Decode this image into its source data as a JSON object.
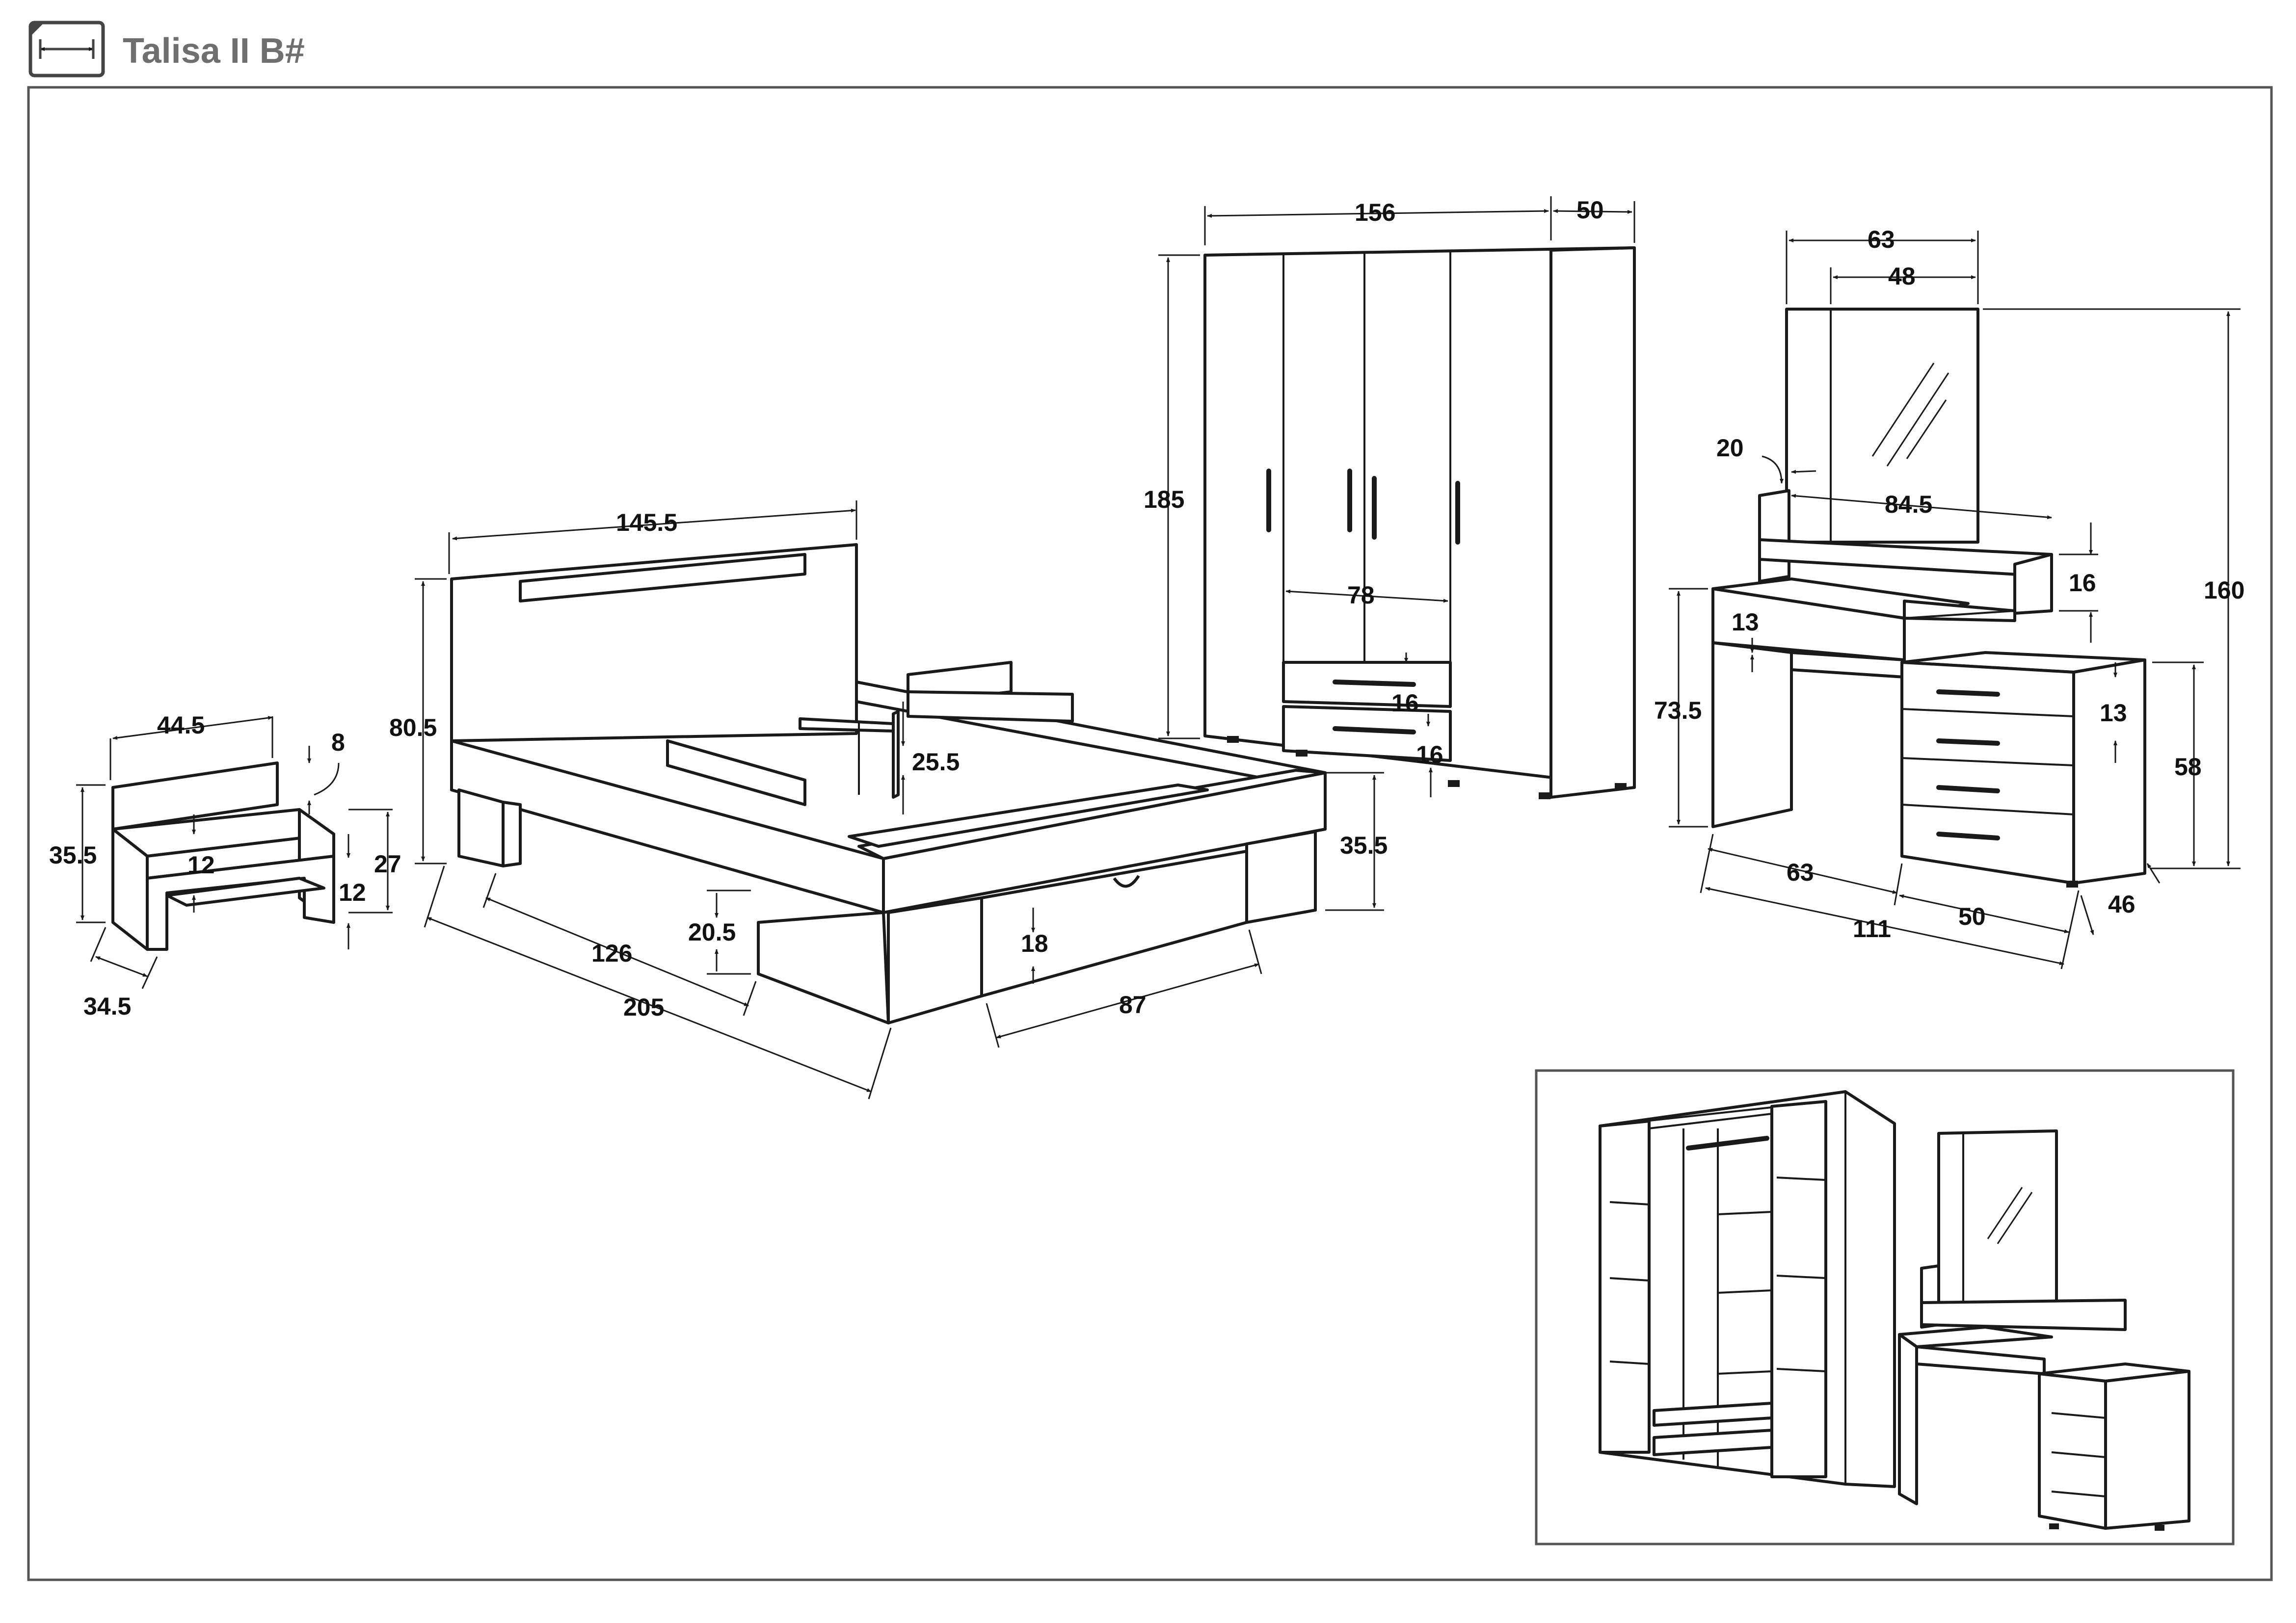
{
  "header": {
    "title": "Talisa II B#",
    "icon": "dimension-icon"
  },
  "colors": {
    "line": "#1a1a1a",
    "title": "#6f6f6f",
    "frame": "#555555"
  },
  "nightstand": {
    "width": "44.5",
    "backrest_height": "8",
    "height": "35.5",
    "leg_height": "27",
    "shelf_gap": "12",
    "shelf_height": "12",
    "depth": "34.5"
  },
  "bed": {
    "headboard_width": "145.5",
    "headboard_height": "80.5",
    "mattress_length": "126",
    "length": "205",
    "drawer_height": "20.5",
    "drawer_inner": "18",
    "drawer_width": "87",
    "frame_height": "35.5",
    "tray_height": "25.5"
  },
  "wardrobe": {
    "width": "156",
    "side_depth": "50",
    "height": "185",
    "inner_width": "78",
    "drawer_1": "16",
    "drawer_2": "16"
  },
  "dressing_table": {
    "top_width": "63",
    "mirror_width": "48",
    "mirror_offset": "20",
    "shelf_width": "84.5",
    "shelf_height": "16",
    "total_height": "160",
    "desk_drawer": "13",
    "desk_height": "73.5",
    "chest_drawer": "13",
    "chest_height": "58",
    "desk_width": "63",
    "chest_width": "50",
    "total_width": "111",
    "chest_depth": "46"
  }
}
